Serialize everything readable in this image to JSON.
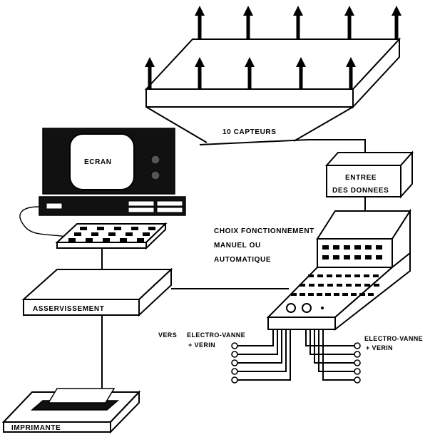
{
  "labels": {
    "capteurs": "10 CAPTEURS",
    "ecran": "ECRAN",
    "entree_line1": "ENTREE",
    "entree_line2": "DES DONNEES",
    "choix_line1": "CHOIX  FONCTIONNEMENT",
    "choix_line2": "MANUEL  OU",
    "choix_line3": "AUTOMATIQUE",
    "asservissement": "ASSERVISSEMENT",
    "imprimante": "IMPRIMANTE",
    "vers": "VERS",
    "electro_vanne_left": "ELECTRO-VANNE",
    "verin_left": "+ VERIN",
    "electro_vanne_right": "ELECTRO-VANNE",
    "verin_right": "+ VERIN"
  },
  "colors": {
    "ink": "#000000",
    "paper": "#ffffff",
    "screen_dark": "#1a1a1a",
    "shade": "#cfcfcf"
  },
  "icons": {
    "sensor_arrow": "upward-arrow",
    "monitor": "crt-monitor",
    "keyboard": "keyboard",
    "printer": "printer",
    "valve_terminal": "open-circle"
  }
}
